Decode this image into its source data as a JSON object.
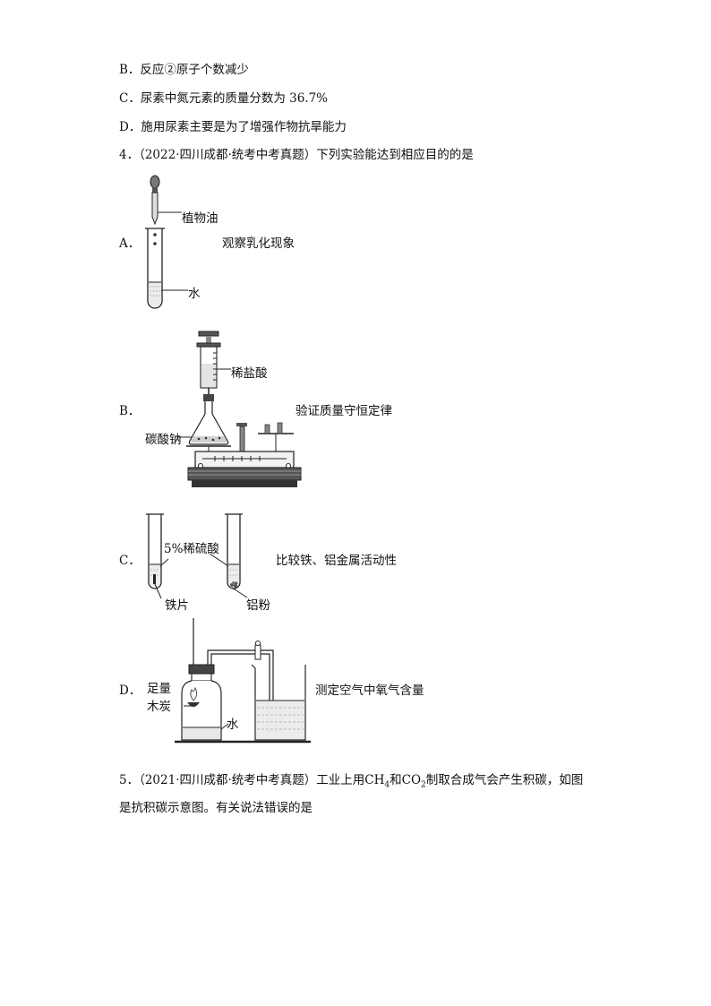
{
  "lines": {
    "b3": "B．反应②原子个数减少",
    "c3": "C．尿素中氮元素的质量分数为 36.7%",
    "d3": "D．施用尿素主要是为了增强作物抗旱能力",
    "q4": "4．（2022·四川成都·统考中考真题）下列实验能达到相应目的的是",
    "q5a_pre": "5．（2021·四川成都·统考中考真题）工业上用",
    "q5a_ch": "CH",
    "q5a_ch_sub": "4",
    "q5a_and": "和",
    "q5a_co": "CO",
    "q5a_co_sub": "2",
    "q5a_post": "制取合成气会产生积碳，如图",
    "q5b": "是抗积碳示意图。有关说法错误的是"
  },
  "options": {
    "a": {
      "letter": "A．",
      "desc": "观察乳化现象",
      "labels": [
        "植物油",
        "水"
      ]
    },
    "b": {
      "letter": "B．",
      "desc": "验证质量守恒定律",
      "labels": [
        "稀盐酸",
        "碳酸钠"
      ]
    },
    "c": {
      "letter": "C．",
      "desc": "比较铁、铝金属活动性",
      "labels": [
        "5%稀硫酸",
        "铁片",
        "铝粉"
      ]
    },
    "d": {
      "letter": "D．",
      "desc": "测定空气中氧气含量",
      "labels": [
        "足量",
        "木炭",
        "水"
      ]
    }
  }
}
